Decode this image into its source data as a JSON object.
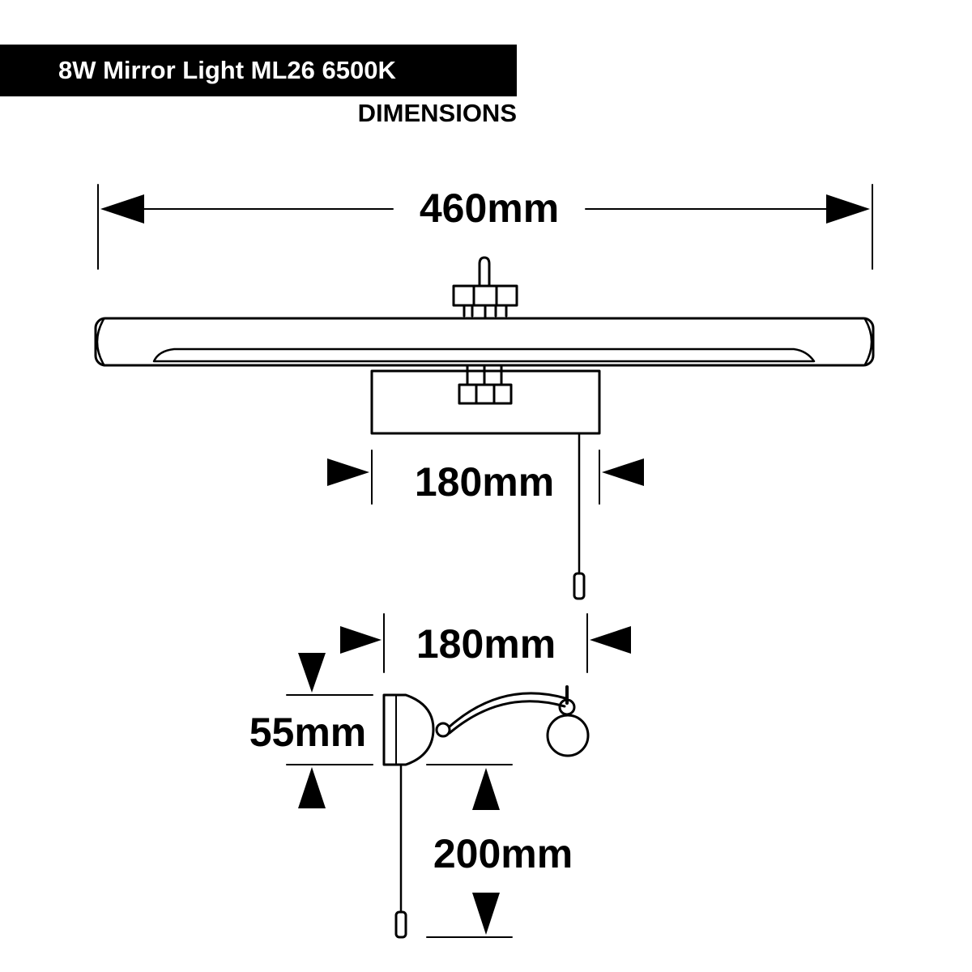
{
  "header": {
    "title": "8W Mirror Light ML26 6500K",
    "subtitle": "DIMENSIONS"
  },
  "dimensions": {
    "total_width": "460mm",
    "backplate_width_front": "180mm",
    "backplate_width_side": "180mm",
    "backplate_height": "55mm",
    "arm_projection": "200mm"
  },
  "colors": {
    "line": "#000000",
    "background": "#ffffff",
    "title_bar": "#000000",
    "title_text": "#ffffff"
  }
}
